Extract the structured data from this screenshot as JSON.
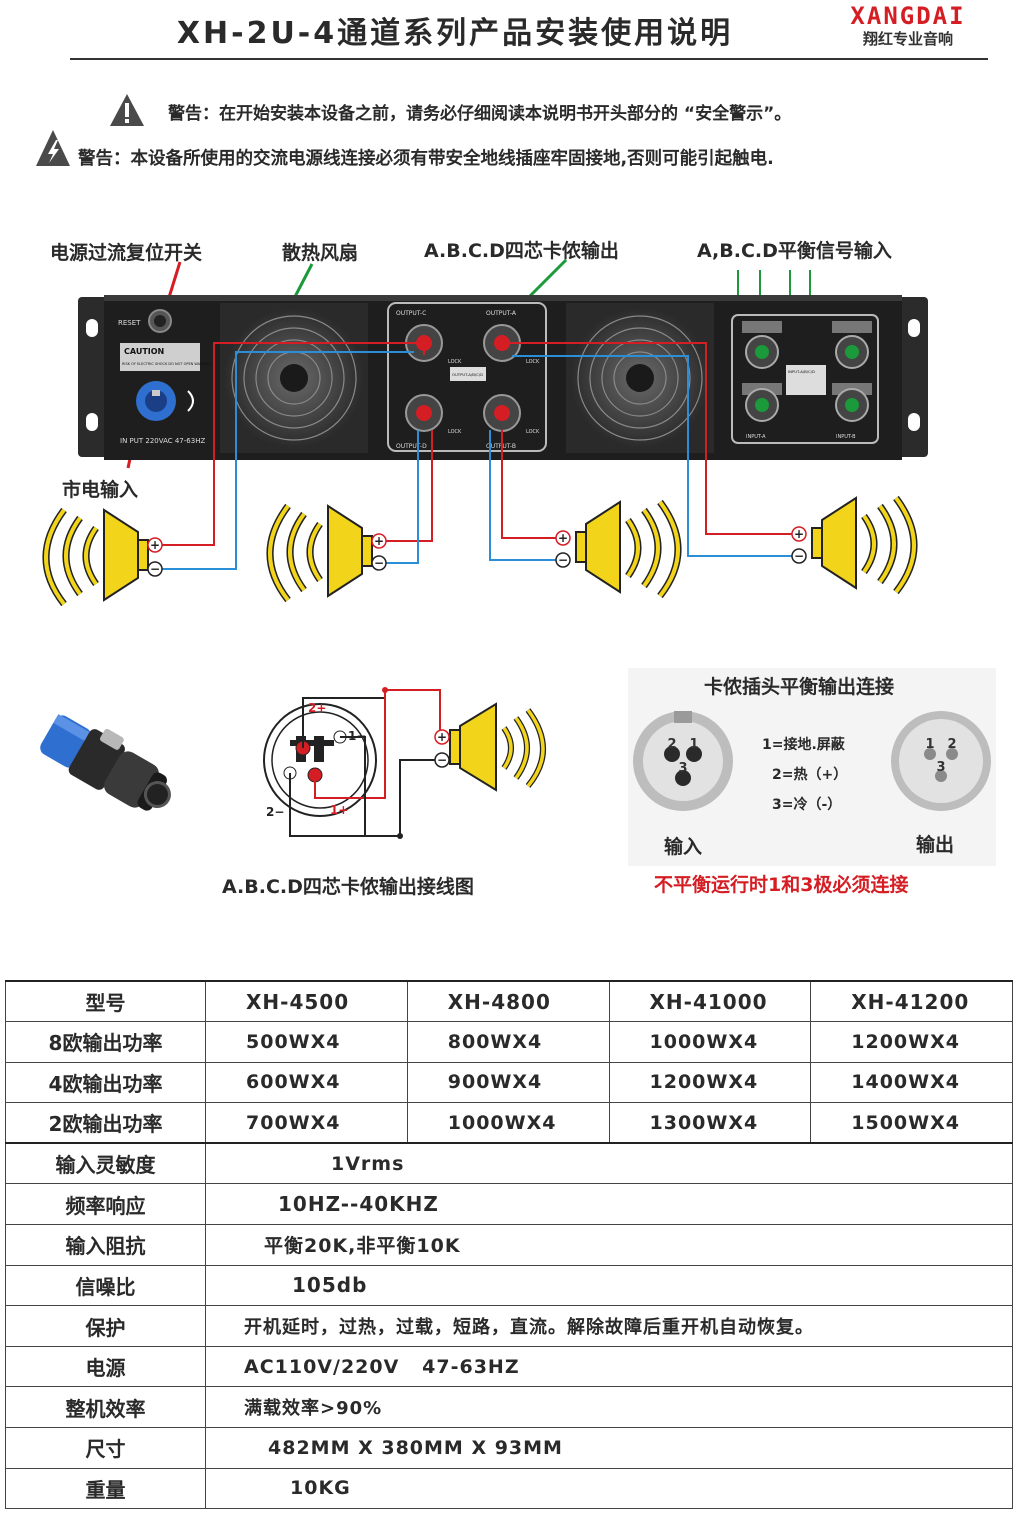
{
  "header": {
    "title": "XH-2U-4通道系列产品安装使用说明",
    "brand_en": "XANGDAI",
    "brand_cn": "翔红专业音响"
  },
  "warnings": [
    "警告：在开始安装本设备之前，请务必仔细阅读本说明书开头部分的 “安全警示”。",
    "警告：本设备所使用的交流电源线连接必须有带安全地线插座牢固接地,否则可能引起触电."
  ],
  "diagram": {
    "labels": {
      "reset_switch": "电源过流复位开关",
      "fan": "散热风扇",
      "speakon_output": "A.B.C.D四芯卡侬输出",
      "balanced_input": "A,B.C.D平衡信号输入",
      "mains_input": "市电输入"
    },
    "panel_text": {
      "reset": "RESET",
      "caution": "CAUTION",
      "caution_note": "RISK OF ELECTRIC SHOCK DO NOT OPEN WARNING",
      "mains_spec": "IN PUT 220VAC   47-63HZ",
      "lock": "LOCK",
      "output_a": "OUTPUT-A",
      "output_b": "OUTPUT-B",
      "output_c": "OUTPUT-C",
      "output_d": "OUTPUT-D",
      "output_mode": "OUTPUT-A/B/C/D",
      "input_a": "INPUT-A",
      "input_b": "INPUT-B",
      "input_mode": "INPUT-A/B/C/D"
    },
    "polarity": {
      "plus": "+",
      "minus": "−"
    }
  },
  "wiring": {
    "caption": "A.B.C.D四芯卡侬输出接线图",
    "pins": {
      "p2_plus": "2+",
      "p1_minus": "1−",
      "p1_plus": "1+",
      "p2_minus": "2−"
    }
  },
  "xlr": {
    "title": "卡侬插头平衡输出连接",
    "legend": [
      "1=接地.屏蔽",
      "2=热（+）",
      "3=冷（-）"
    ],
    "input_label": "输入",
    "output_label": "输出",
    "female_pins": [
      "2",
      "1",
      "3"
    ],
    "male_pins": [
      "1",
      "2",
      "3"
    ],
    "note": "不平衡运行时1和3极必须连接"
  },
  "specs": {
    "model_header": "型号",
    "models": [
      "XH-4500",
      "XH-4800",
      "XH-41000",
      "XH-41200"
    ],
    "power_rows": [
      {
        "label": "8欧输出功率",
        "values": [
          "500WX4",
          "800WX4",
          "1000WX4",
          "1200WX4"
        ]
      },
      {
        "label": "4欧输出功率",
        "values": [
          "600WX4",
          "900WX4",
          "1200WX4",
          "1400WX4"
        ]
      },
      {
        "label": "2欧输出功率",
        "values": [
          "700WX4",
          "1000WX4",
          "1300WX4",
          "1500WX4"
        ]
      }
    ],
    "common_rows": [
      {
        "label": "输入灵敏度",
        "value": "1Vrms"
      },
      {
        "label": "频率响应",
        "value": "10HZ--40KHZ"
      },
      {
        "label": "输入阻抗",
        "value": "平衡20K,非平衡10K"
      },
      {
        "label": "信噪比",
        "value": "105db"
      },
      {
        "label": "保护",
        "value": "开机延时，过热，过载，短路，直流。解除故障后重开机自动恢复。"
      },
      {
        "label": "电源",
        "value": "AC110V/220V   47-63HZ"
      },
      {
        "label": "整机效率",
        "value": "满载效率>90%"
      },
      {
        "label": "尺寸",
        "value": "482MM X 380MM X 93MM"
      },
      {
        "label": "重量",
        "value": "10KG"
      }
    ]
  },
  "colors": {
    "red": "#d41e24",
    "green": "#1a9a3a",
    "blue": "#2a8fd6",
    "speaker_yellow": "#f2d51b",
    "panel_black": "#1c1c1c",
    "neutrik_blue": "#2f6fd0"
  }
}
